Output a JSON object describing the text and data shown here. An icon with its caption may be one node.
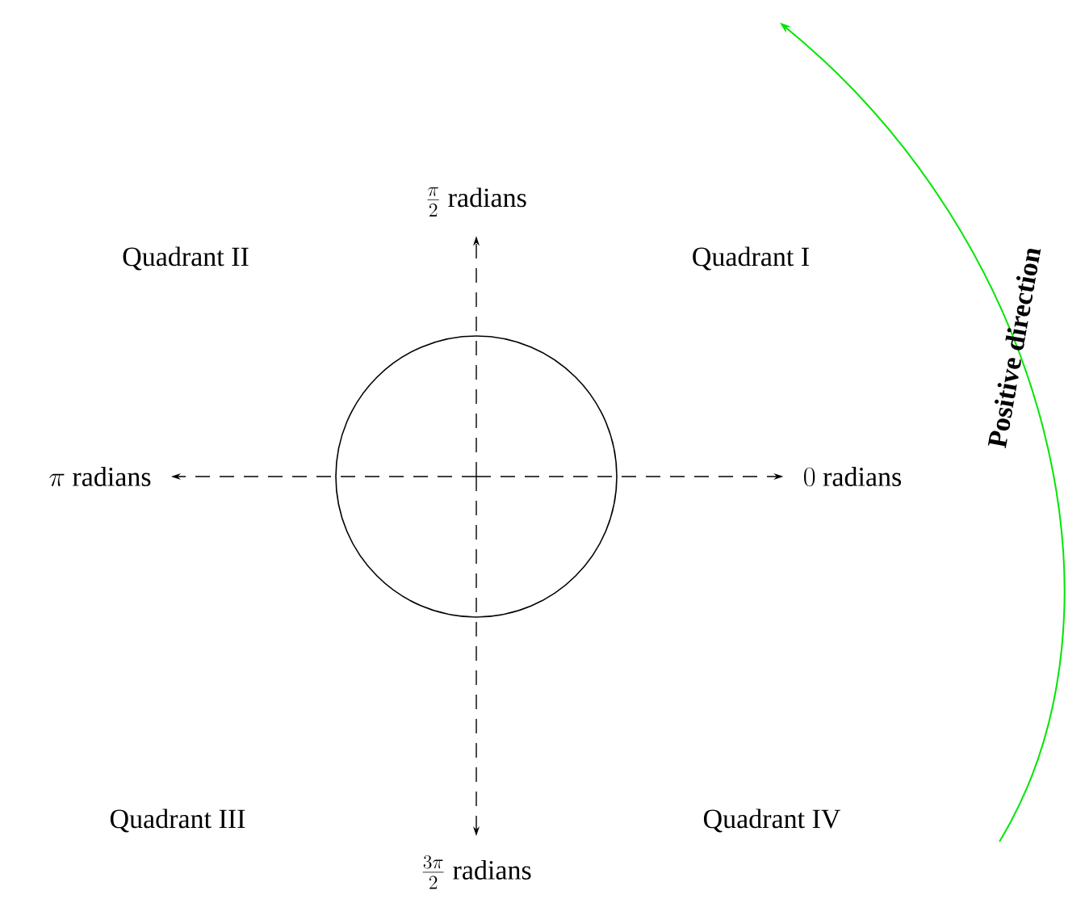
{
  "diagram": {
    "nodes": [
      {
        "text": [],
        "shape": "circle"
      },
      {
        "text": [
          "\\frac{\\pi}{2}\\ \\mbox{radians}"
        ]
      },
      {
        "text": [
          "\\pi\\ \\mbox{radians}"
        ]
      },
      {
        "text": [
          "0\\ \\mbox{radians}"
        ]
      },
      {
        "text": [
          "\\frac{3\\pi}{2}\\ \\mbox{radians}"
        ]
      }
    ],
    "edges": [
      {
        "from": 0,
        "to": 1,
        "arrow": "to",
        "style": "dashed"
      },
      {
        "from": 0,
        "to": 2,
        "arrow": "to",
        "style": "dashed"
      },
      {
        "from": 0,
        "to": 3,
        "arrow": "to",
        "style": "dashed"
      },
      {
        "from": 0,
        "to": 4,
        "arrow": "to",
        "style": "dashed"
      }
    ],
    "labels": [
      "Quadrant II",
      "Quadrant I",
      "Positive direction",
      "Quadrant III",
      "Quadrant IV"
    ]
  }
}
